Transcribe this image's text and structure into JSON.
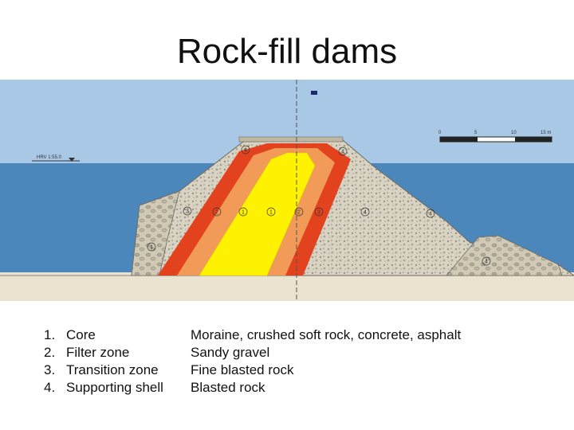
{
  "title": "Rock-fill dams",
  "figure": {
    "water_level_label": "HRV 1:55.0",
    "scale_labels": [
      "0",
      "5",
      "10",
      "15 m"
    ],
    "zone_markers": [
      "4",
      "4",
      "3",
      "2",
      "1",
      "1",
      "2",
      "3",
      "4",
      "4",
      "4",
      "4"
    ],
    "colors": {
      "sky": "#a6c7e6",
      "water": "#4a86b9",
      "ground": "#e8e2cd",
      "shell": "#d9d4c4",
      "transition": "#e0401e",
      "filter": "#f2a060",
      "core": "#fff200"
    }
  },
  "legend": [
    {
      "num": "1.",
      "name": "Core",
      "material": "Moraine, crushed soft rock, concrete, asphalt"
    },
    {
      "num": "2.",
      "name": "Filter zone",
      "material": "Sandy gravel"
    },
    {
      "num": "3.",
      "name": "Transition zone",
      "material": "Fine blasted rock"
    },
    {
      "num": "4.",
      "name": "Supporting shell",
      "material": "Blasted rock"
    }
  ]
}
